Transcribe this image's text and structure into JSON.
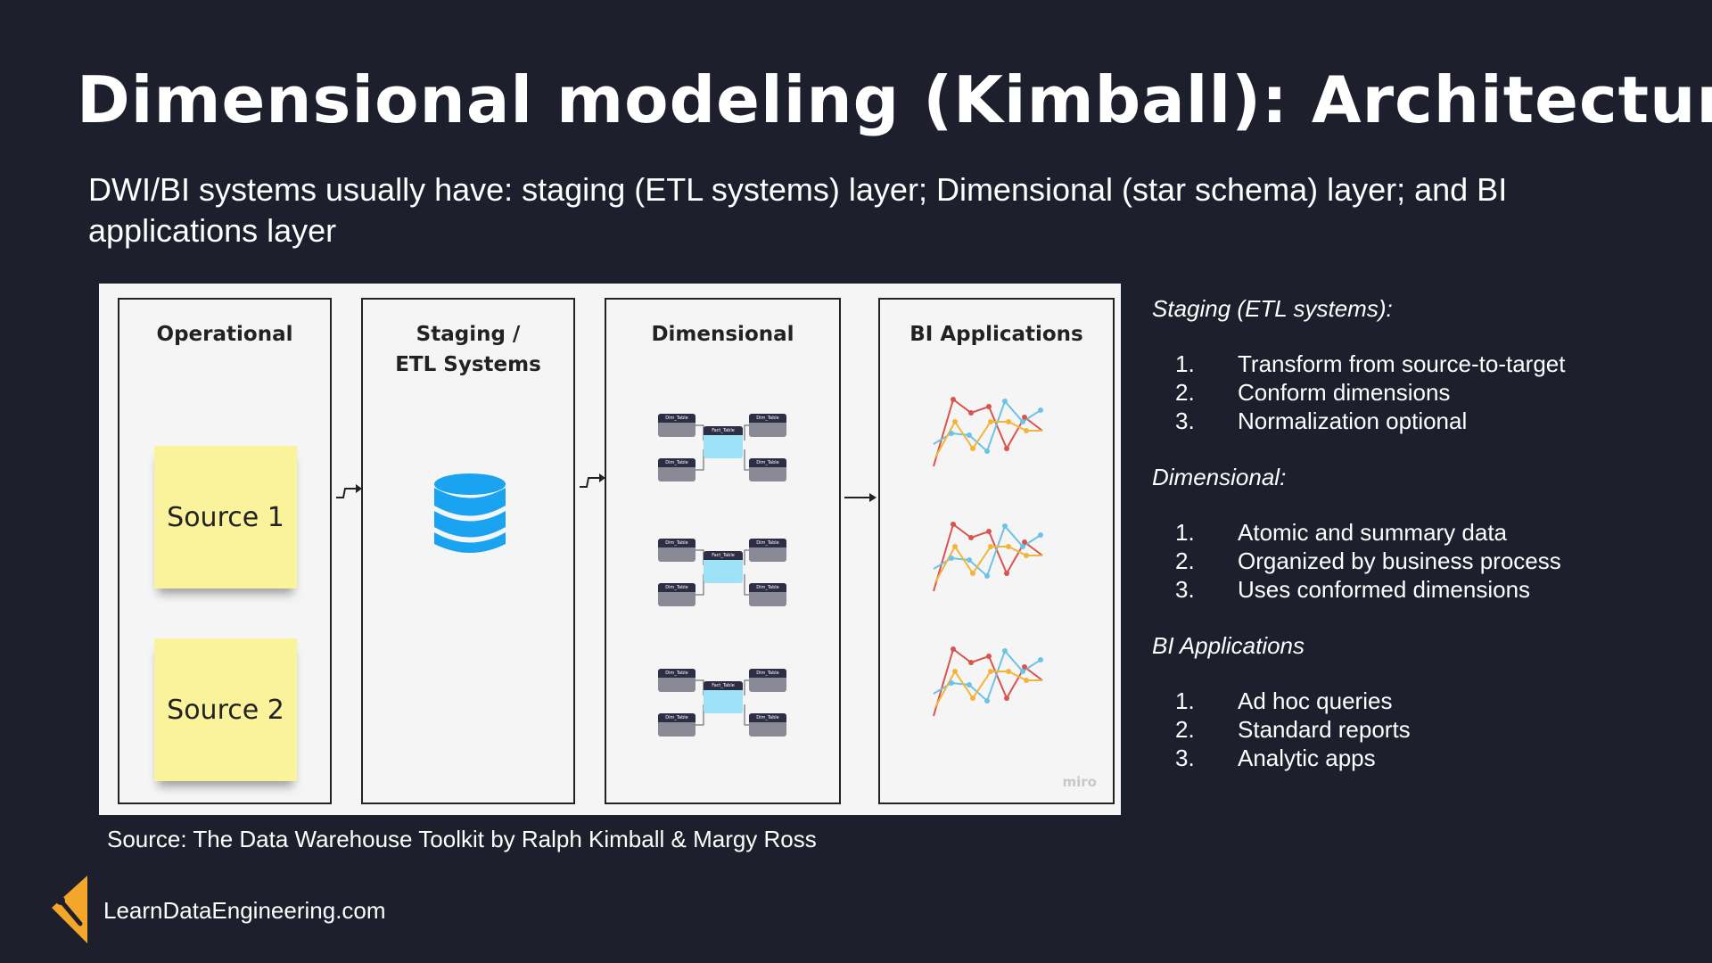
{
  "slide": {
    "title": "Dimensional modeling (Kimball): Architecture",
    "subtitle": "DWI/BI systems usually have: staging (ETL systems) layer; Dimensional (star schema) layer; and BI applications layer"
  },
  "diagram": {
    "columns": {
      "operational": "Operational",
      "staging_line1": "Staging /",
      "staging_line2": "ETL Systems",
      "dimensional": "Dimensional",
      "bi": "BI Applications"
    },
    "sources": [
      "Source 1",
      "Source 2"
    ],
    "dim_table_label": "Dim_Table",
    "fact_table_label": "Fact_Table",
    "watermark": "miro",
    "colors": {
      "sticky": "#fbf29c",
      "database": "#1aa3f0",
      "fact": "#9ee2f7",
      "dim": "#8a8a96",
      "chart_red": "#d9534f",
      "chart_blue": "#6cc3e6",
      "chart_yellow": "#f2b53a"
    }
  },
  "source_note": "Source: The Data Warehouse Toolkit by Ralph Kimball & Margy Ross",
  "sections": [
    {
      "heading": "Staging (ETL systems):",
      "items": [
        {
          "num": "1.",
          "text": "Transform from source-to-target"
        },
        {
          "num": "2.",
          "text": "Conform dimensions"
        },
        {
          "num": "3.",
          "text": "Normalization optional"
        }
      ]
    },
    {
      "heading": "Dimensional:",
      "items": [
        {
          "num": "1.",
          "text": "Atomic and summary data"
        },
        {
          "num": "2.",
          "text": "Organized by business process"
        },
        {
          "num": "3.",
          "text": "Uses conformed dimensions"
        }
      ]
    },
    {
      "heading": "BI Applications",
      "items": [
        {
          "num": "1.",
          "text": "Ad hoc queries"
        },
        {
          "num": "2.",
          "text": "Standard reports"
        },
        {
          "num": "3.",
          "text": "Analytic apps"
        }
      ]
    }
  ],
  "footer": {
    "brand": "LearnDataEngineering.com",
    "logo_color": "#f2a72a"
  }
}
